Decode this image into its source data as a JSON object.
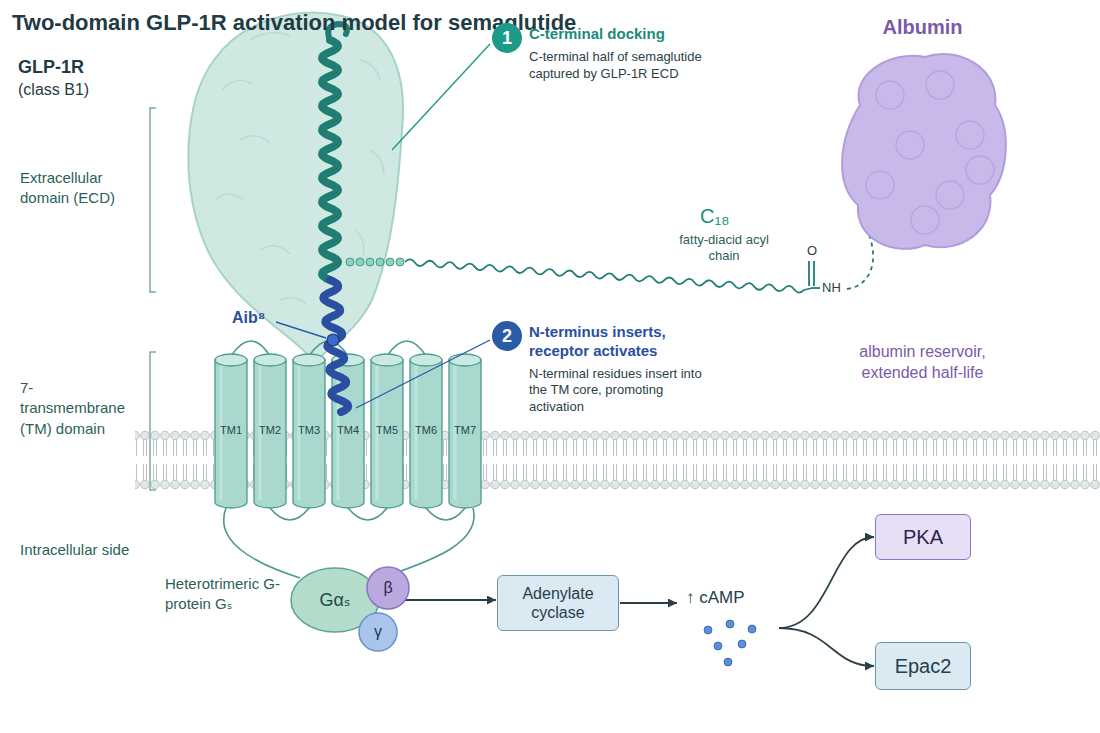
{
  "diagram": {
    "title": "Two-domain GLP-1R activation model for semaglutide",
    "nodes": [
      {
        "text": [
          "1",
          "C-terminal docking",
          "C-terminal half of semaglutide captured by GLP-1R ECD"
        ]
      },
      {
        "text": [
          "Albumin",
          "albumin reservoir, extended half-life"
        ]
      },
      {
        "text": [
          "2",
          "N-terminus inserts, receptor activates",
          "N-terminal residues insert into the TM core, promoting activation"
        ]
      },
      {
        "text": [
          "TM1"
        ]
      },
      {
        "text": [
          "TM2"
        ]
      },
      {
        "text": [
          "TM3"
        ]
      },
      {
        "text": [
          "TM4"
        ]
      },
      {
        "text": [
          "TM5"
        ]
      },
      {
        "text": [
          "TM6"
        ]
      },
      {
        "text": [
          "TM7"
        ]
      },
      {
        "text": [
          "Gαₛ"
        ]
      },
      {
        "text": [
          "β"
        ]
      },
      {
        "text": [
          "γ"
        ]
      },
      {
        "text": [
          "Adenylate cyclase"
        ]
      },
      {
        "text": [
          "↑ cAMP"
        ]
      },
      {
        "text": [
          "PKA"
        ]
      },
      {
        "text": [
          "Epac2"
        ]
      }
    ],
    "edges": [
      {
        "from": 10,
        "to": 13,
        "arrow": "to"
      },
      {
        "from": 13,
        "to": 14,
        "arrow": "to"
      },
      {
        "from": 14,
        "to": 15,
        "arrow": "to"
      },
      {
        "from": 14,
        "to": 16,
        "arrow": "to"
      }
    ],
    "labels": [
      "GLP-1R",
      "(class B1)",
      "Extracellular domain (ECD)",
      "C₁₈",
      "fatty-diacid acyl chain",
      "O",
      "NH",
      "Aib⁸",
      "7-transmembrane (TM) domain",
      "Intracellular side",
      "Heterotrimeric G-protein Gₛ"
    ]
  }
}
